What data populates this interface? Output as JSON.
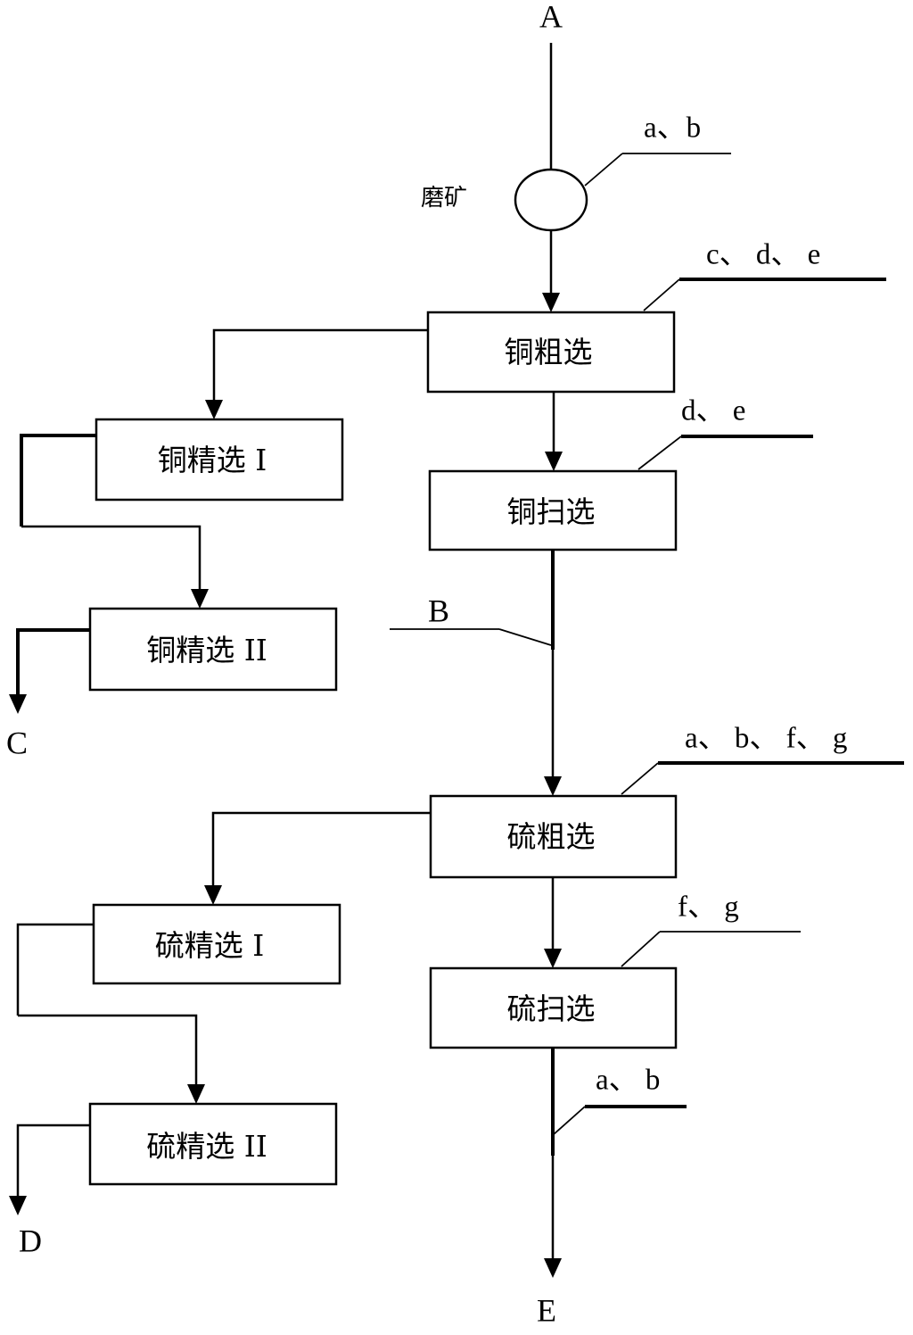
{
  "terminals": {
    "a": "A",
    "b": "B",
    "c": "C",
    "d": "D",
    "e": "E"
  },
  "grinding": {
    "label": "磨矿"
  },
  "reagents": {
    "grinding": "a、b",
    "cu_rougher": "c、 d、 e",
    "cu_scavenger": "d、 e",
    "s_rougher": "a、 b、 f、 g",
    "s_scavenger": "f、 g",
    "tailings": "a、 b"
  },
  "nodes": {
    "cu_rougher": "铜粗选",
    "cu_scavenger": "铜扫选",
    "cu_cleaner_1": "铜精选 I",
    "cu_cleaner_2": "铜精选 II",
    "s_rougher": "硫粗选",
    "s_scavenger": "硫扫选",
    "s_cleaner_1": "硫精选 I",
    "s_cleaner_2": "硫精选 II"
  },
  "colors": {
    "line": "#000000",
    "background": "#ffffff"
  }
}
